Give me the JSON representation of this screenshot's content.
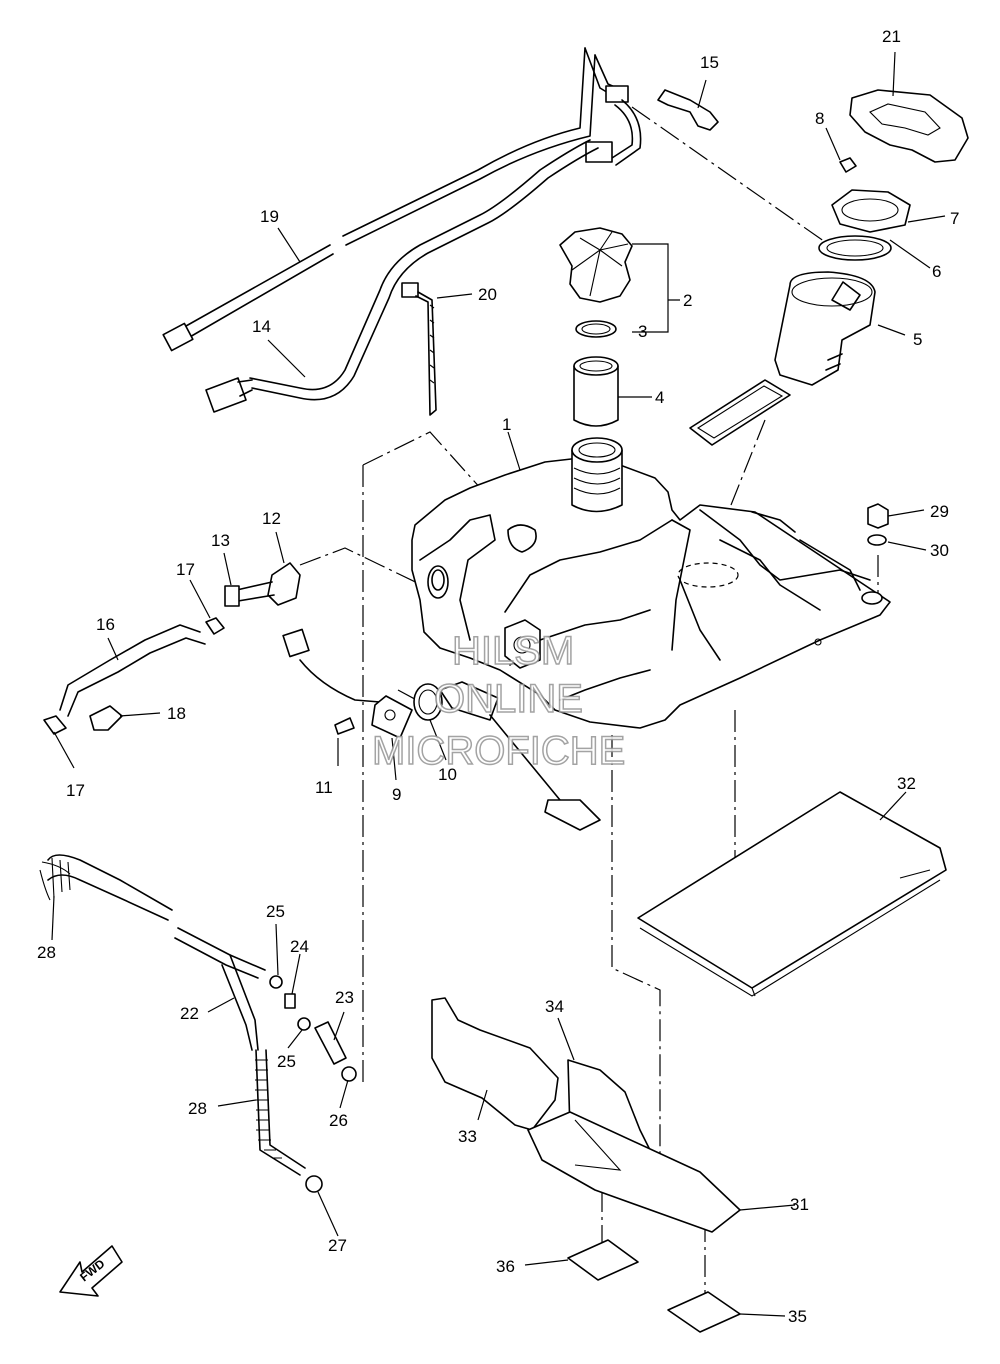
{
  "watermark": {
    "line1": "HILSM",
    "line2": "ONLINE",
    "line3": "MICROFICHE"
  },
  "direction_label": "FWD",
  "callouts": [
    {
      "id": "1",
      "label": "1"
    },
    {
      "id": "2",
      "label": "2"
    },
    {
      "id": "3",
      "label": "3"
    },
    {
      "id": "4",
      "label": "4"
    },
    {
      "id": "5",
      "label": "5"
    },
    {
      "id": "6",
      "label": "6"
    },
    {
      "id": "7",
      "label": "7"
    },
    {
      "id": "8",
      "label": "8"
    },
    {
      "id": "9",
      "label": "9"
    },
    {
      "id": "10",
      "label": "10"
    },
    {
      "id": "11",
      "label": "11"
    },
    {
      "id": "12",
      "label": "12"
    },
    {
      "id": "13",
      "label": "13"
    },
    {
      "id": "14",
      "label": "14"
    },
    {
      "id": "15",
      "label": "15"
    },
    {
      "id": "16",
      "label": "16"
    },
    {
      "id": "17a",
      "label": "17"
    },
    {
      "id": "17b",
      "label": "17"
    },
    {
      "id": "18",
      "label": "18"
    },
    {
      "id": "19",
      "label": "19"
    },
    {
      "id": "20",
      "label": "20"
    },
    {
      "id": "21",
      "label": "21"
    },
    {
      "id": "22",
      "label": "22"
    },
    {
      "id": "23",
      "label": "23"
    },
    {
      "id": "24",
      "label": "24"
    },
    {
      "id": "25a",
      "label": "25"
    },
    {
      "id": "25b",
      "label": "25"
    },
    {
      "id": "26",
      "label": "26"
    },
    {
      "id": "27",
      "label": "27"
    },
    {
      "id": "28a",
      "label": "28"
    },
    {
      "id": "28b",
      "label": "28"
    },
    {
      "id": "29",
      "label": "29"
    },
    {
      "id": "30",
      "label": "30"
    },
    {
      "id": "31",
      "label": "31"
    },
    {
      "id": "32",
      "label": "32"
    },
    {
      "id": "33",
      "label": "33"
    },
    {
      "id": "34",
      "label": "34"
    },
    {
      "id": "35",
      "label": "35"
    },
    {
      "id": "36",
      "label": "36"
    }
  ]
}
